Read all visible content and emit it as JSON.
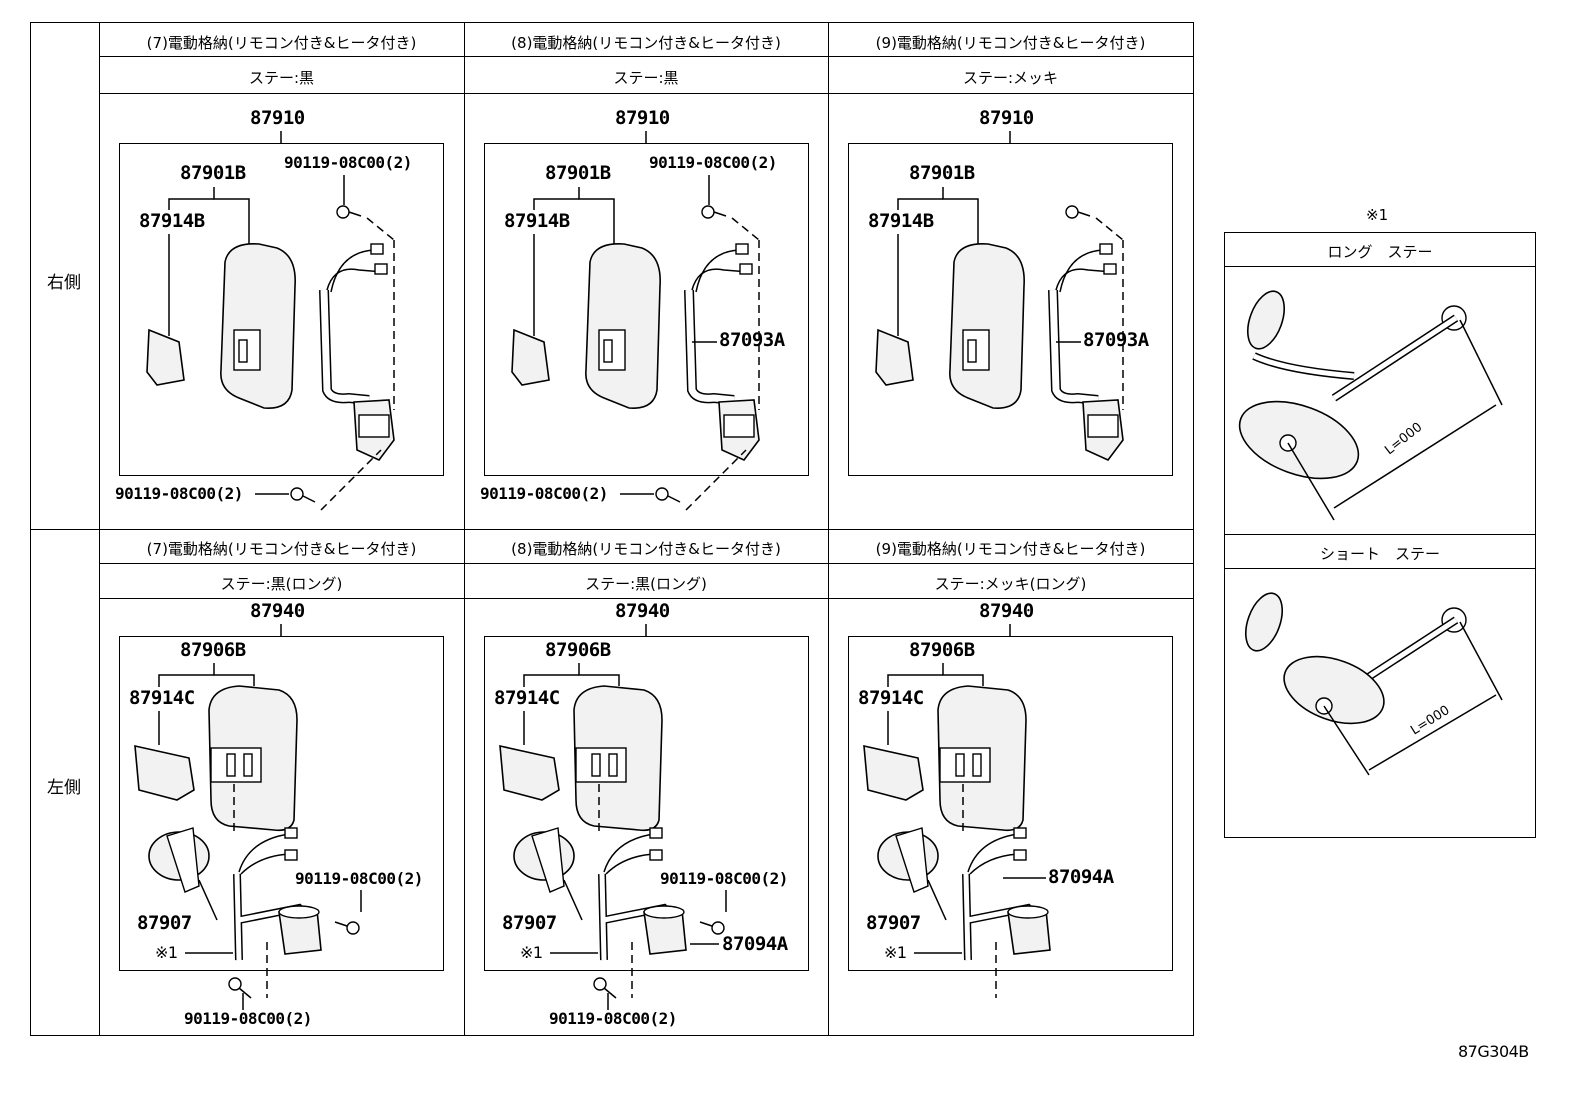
{
  "diagram_code": "87G304B",
  "rows": {
    "right": "右側",
    "left": "左側"
  },
  "columns": [
    {
      "header": "(7)電動格納(リモコン付き&ヒータ付き)",
      "right_sub": "ステー:黒",
      "left_sub": "ステー:黒(ロング)",
      "right": {
        "assy": "87910",
        "mirror": "87901B",
        "cover": "87914B",
        "bolt_top": "90119-08C00(2)",
        "bolt_bottom": "90119-08C00(2)",
        "stay": ""
      },
      "left": {
        "assy": "87940",
        "mirror": "87906B",
        "cover": "87914C",
        "lower": "87907",
        "bolt_mid": "90119-08C00(2)",
        "bolt_bottom": "90119-08C00(2)",
        "ref": "※1",
        "motor": ""
      }
    },
    {
      "header": "(8)電動格納(リモコン付き&ヒータ付き)",
      "right_sub": "ステー:黒",
      "left_sub": "ステー:黒(ロング)",
      "right": {
        "assy": "87910",
        "mirror": "87901B",
        "cover": "87914B",
        "bolt_top": "90119-08C00(2)",
        "bolt_bottom": "90119-08C00(2)",
        "stay": "87093A"
      },
      "left": {
        "assy": "87940",
        "mirror": "87906B",
        "cover": "87914C",
        "lower": "87907",
        "bolt_mid": "90119-08C00(2)",
        "bolt_bottom": "90119-08C00(2)",
        "ref": "※1",
        "motor": "87094A"
      }
    },
    {
      "header": "(9)電動格納(リモコン付き&ヒータ付き)",
      "right_sub": "ステー:メッキ",
      "left_sub": "ステー:メッキ(ロング)",
      "right": {
        "assy": "87910",
        "mirror": "87901B",
        "cover": "87914B",
        "bolt_top": "",
        "bolt_bottom": "",
        "stay": "87093A"
      },
      "left": {
        "assy": "87940",
        "mirror": "87906B",
        "cover": "87914C",
        "lower": "87907",
        "bolt_mid": "",
        "bolt_bottom": "",
        "ref": "※1",
        "motor": "87094A"
      }
    }
  ],
  "inset": {
    "ref": "※1",
    "long_title": "ロング　ステー",
    "short_title": "ショート　ステー",
    "long_dim": "L=000",
    "short_dim": "L=000"
  }
}
